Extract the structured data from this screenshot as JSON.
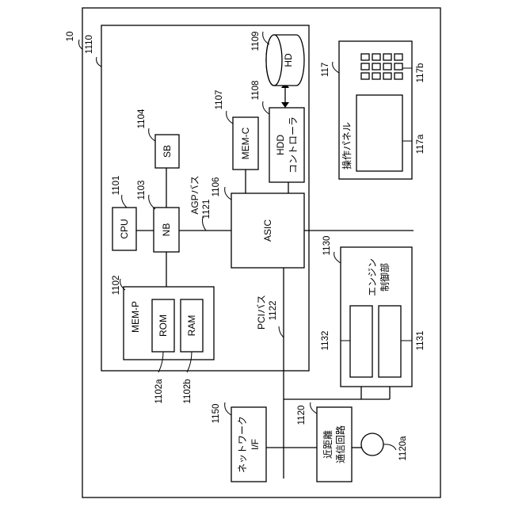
{
  "device": {
    "ref": "10"
  },
  "controller": {
    "ref": "1110",
    "cpu": {
      "label": "CPU",
      "ref": "1101"
    },
    "nb": {
      "label": "NB",
      "ref": "1103"
    },
    "sb": {
      "label": "SB",
      "ref": "1104"
    },
    "mem_c": {
      "label": "MEM-C",
      "ref": "1107"
    },
    "hdd_controller": {
      "label_line1": "HDD",
      "label_line2": "コントローラ",
      "ref": "1108"
    },
    "hd": {
      "label": "HD",
      "ref": "1109"
    },
    "asic": {
      "label": "ASIC",
      "ref": "1106"
    },
    "agp_bus": {
      "label": "AGPバス",
      "ref": "1121"
    },
    "mem_p": {
      "label": "MEM-P",
      "ref": "1102"
    },
    "rom": {
      "label": "ROM",
      "ref": "1102a"
    },
    "ram": {
      "label": "RAM",
      "ref": "1102b"
    },
    "pci_bus": {
      "label": "PCIバス",
      "ref": "1122"
    }
  },
  "operation_panel": {
    "label": "操作パネル",
    "ref": "117",
    "keys_ref": "117b",
    "display_ref": "117a"
  },
  "engine_control": {
    "label_line1": "エンジン",
    "label_line2": "制御部",
    "ref": "1130",
    "unit_a_ref": "1132",
    "unit_b_ref": "1131"
  },
  "network_if": {
    "label_line1": "ネットワーク",
    "label_line2": "I/F",
    "ref": "1150"
  },
  "short_range_comm": {
    "label_line1": "近距離",
    "label_line2": "通信回路",
    "ref": "1120"
  },
  "antenna": {
    "ref": "1120a"
  }
}
